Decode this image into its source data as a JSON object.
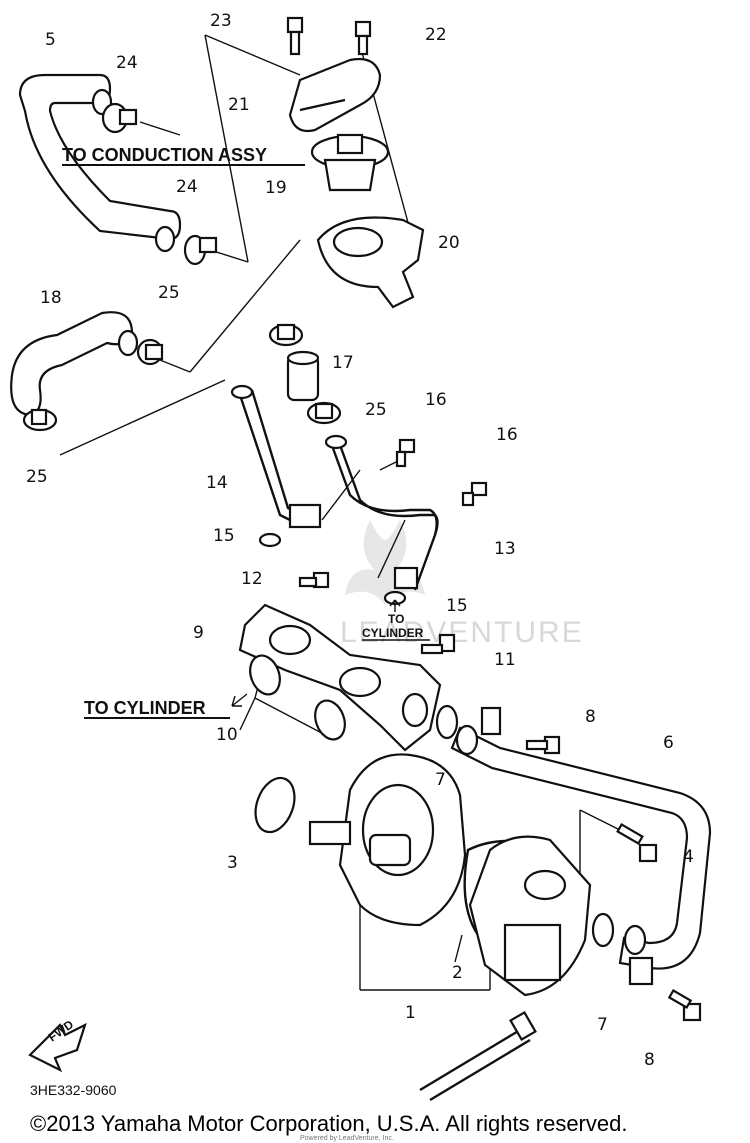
{
  "diagram": {
    "part_labels": [
      "1",
      "2",
      "3",
      "4",
      "5",
      "6",
      "7",
      "7",
      "8",
      "8",
      "9",
      "10",
      "11",
      "12",
      "13",
      "14",
      "15",
      "15",
      "16",
      "16",
      "17",
      "18",
      "19",
      "20",
      "21",
      "22",
      "23",
      "24",
      "24",
      "25",
      "25",
      "25"
    ],
    "notes": {
      "to_conduction_assy": "TO CONDUCTION ASSY",
      "to_cylinder_main": "TO CYLINDER",
      "to_cylinder_small_1": "TO",
      "to_cylinder_small_2": "CYLINDER",
      "fwd": "FWD"
    },
    "diagram_code": "3HE332-9060",
    "copyright": "©2013 Yamaha Motor Corporation, U.S.A. All rights reserved.",
    "watermark": "LEADVENTURE",
    "footer_small": "Powered by LeadVenture, Inc."
  }
}
